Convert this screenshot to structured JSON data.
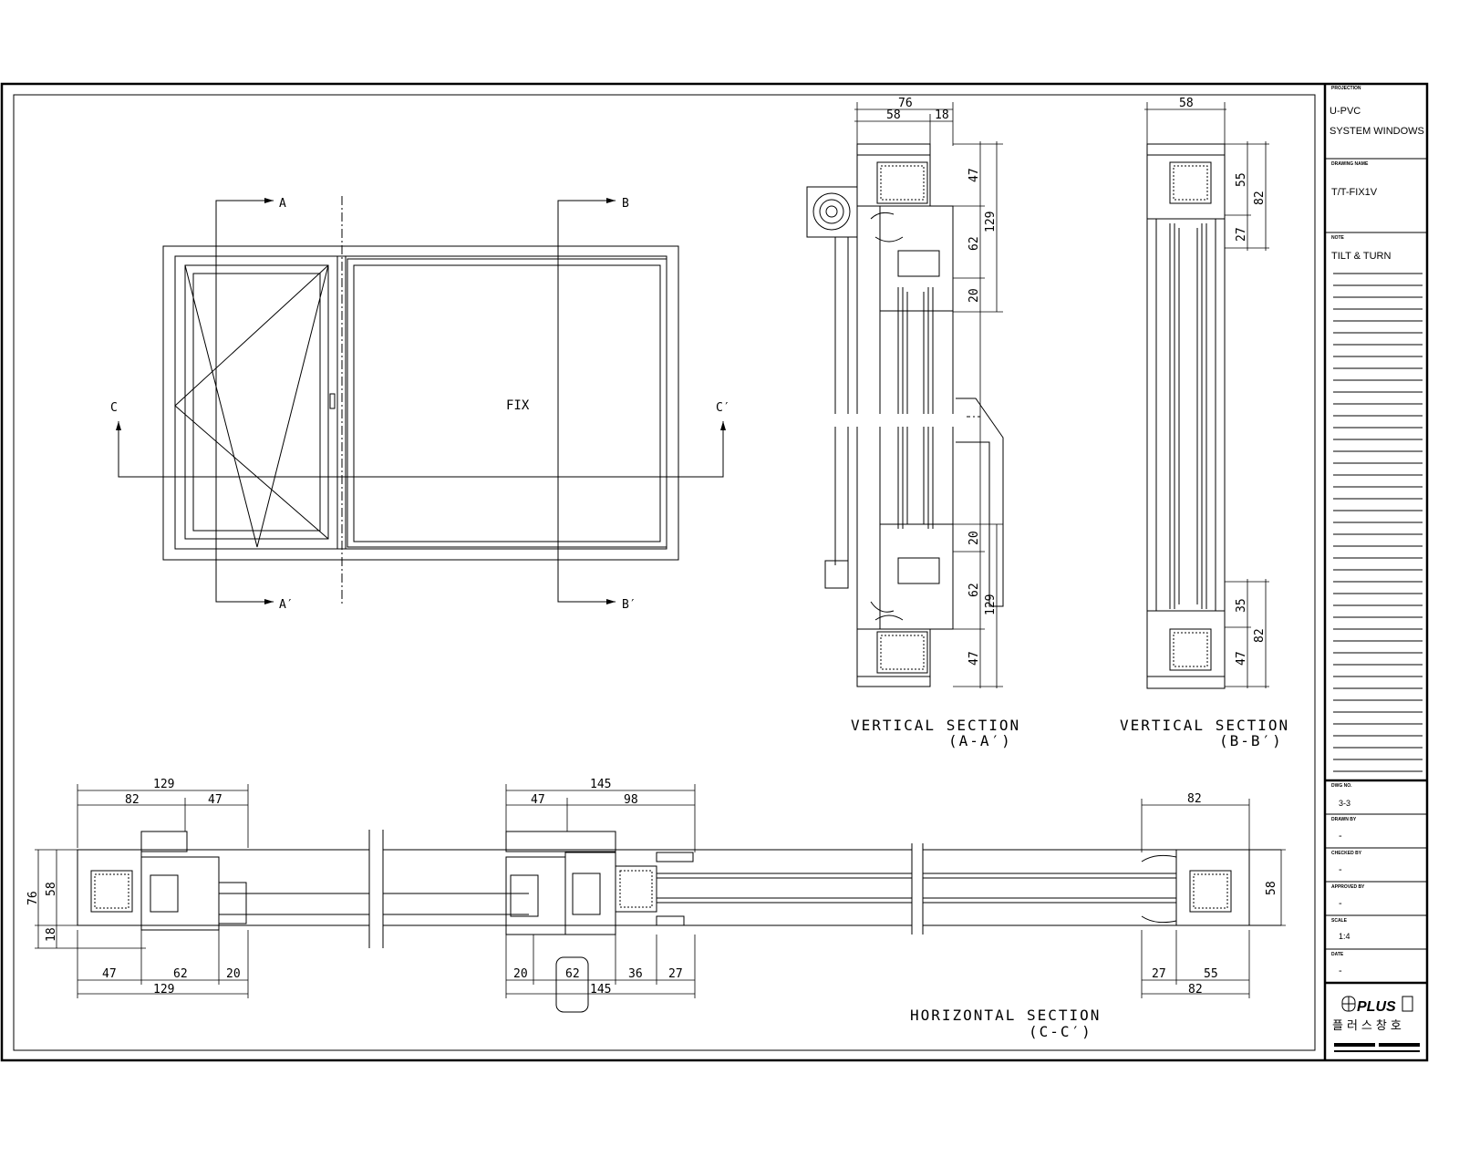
{
  "title_block": {
    "projection_label": "PROJECTION",
    "projection_line1": "U-PVC",
    "projection_line2": "SYSTEM WINDOWS",
    "drawing_name_label": "DRAWING NAME",
    "drawing_name": "T/T-FIX1V",
    "note_label": "NOTE",
    "note": "TILT & TURN",
    "dwg_no_label": "DWG NO.",
    "dwg_no": "3-3",
    "drawn_by_label": "DRAWN BY",
    "drawn_by": "-",
    "checked_by_label": "CHECKED BY",
    "checked_by": "-",
    "approved_by_label": "APPROVED BY",
    "approved_by": "-",
    "scale_label": "SCALE",
    "scale": "1:4",
    "date_label": "DATE",
    "date": "-",
    "logo_text": "PLUS",
    "company_korean": "플러스창호"
  },
  "elevation": {
    "section_a": "A",
    "section_a_prime": "A′",
    "section_b": "B",
    "section_b_prime": "B′",
    "section_c": "C",
    "section_c_prime": "C′",
    "fix_label": "FIX"
  },
  "vertical_section_a": {
    "title": "VERTICAL SECTION",
    "subtitle": "(A-A′)",
    "top_dims": [
      "76",
      "58",
      "18"
    ],
    "right_dims": [
      "47",
      "129",
      "62",
      "20",
      "20",
      "62",
      "129",
      "47"
    ]
  },
  "vertical_section_b": {
    "title": "VERTICAL SECTION",
    "subtitle": "(B-B′)",
    "top_dims": [
      "58"
    ],
    "right_dims": [
      "55",
      "82",
      "27",
      "35",
      "82",
      "47"
    ]
  },
  "horizontal_section": {
    "title": "HORIZONTAL SECTION",
    "subtitle": "(C-C′)",
    "left_top_dims": [
      "129",
      "82",
      "47"
    ],
    "left_side_dims": [
      "76",
      "58",
      "18"
    ],
    "left_bottom_dims": [
      "47",
      "62",
      "20",
      "129"
    ],
    "mid_top_dims": [
      "145",
      "47",
      "98"
    ],
    "mid_bottom_dims": [
      "20",
      "62",
      "36",
      "27",
      "145"
    ],
    "right_top_dims": [
      "82"
    ],
    "right_bottom_dims": [
      "27",
      "55",
      "82"
    ],
    "right_side_dims": [
      "58"
    ]
  }
}
